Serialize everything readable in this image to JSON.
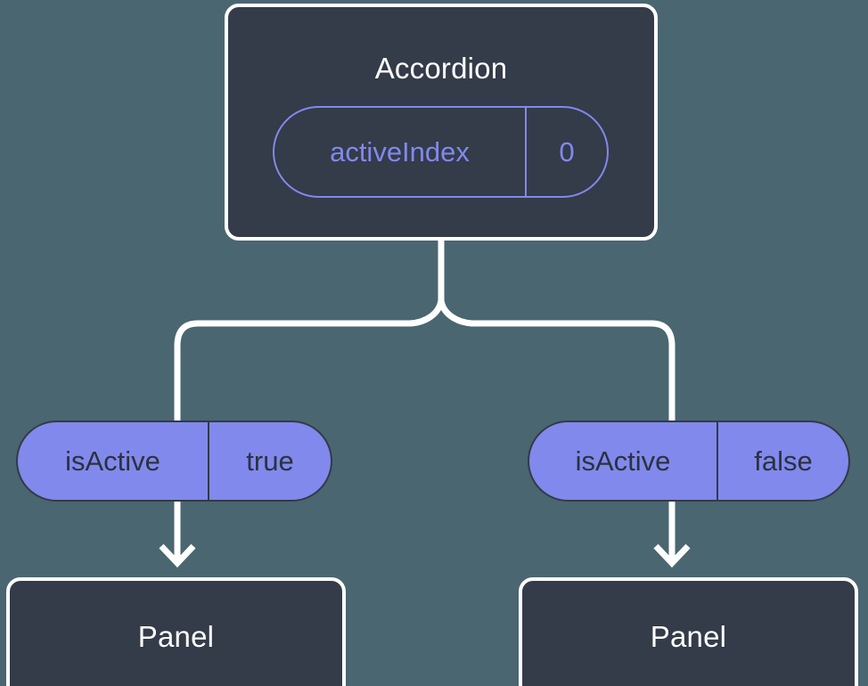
{
  "diagram": {
    "type": "component-state-tree",
    "background_color": "#4a6670",
    "node_fill_color": "#343b49",
    "node_border_color": "#ffffff",
    "accent_color": "#8189ec",
    "connector_color": "#ffffff",
    "pill_text_color": "#2b3240"
  },
  "root": {
    "title": "Accordion",
    "state": {
      "key": "activeIndex",
      "value": "0"
    }
  },
  "branches": [
    {
      "prop": {
        "key": "isActive",
        "value": "true"
      },
      "child": {
        "title": "Panel"
      }
    },
    {
      "prop": {
        "key": "isActive",
        "value": "false"
      },
      "child": {
        "title": "Panel"
      }
    }
  ]
}
